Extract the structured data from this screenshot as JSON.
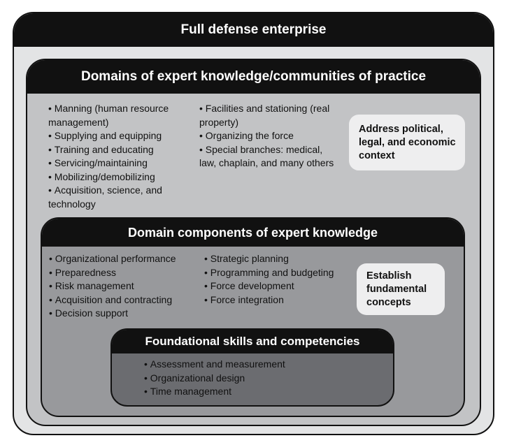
{
  "levels": {
    "enterprise": {
      "title": "Full defense enterprise"
    },
    "domains": {
      "title": "Domains of expert knowledge/communities of practice",
      "column1": [
        "Manning (human resource management)",
        "Supplying and equipping",
        "Training and educating",
        "Servicing/maintaining",
        "Mobilizing/demobilizing",
        "Acquisition, science, and technology"
      ],
      "column2": [
        "Facilities and stationing (real property)",
        "Organizing the force",
        "Special branches: medical, law, chaplain, and many others"
      ],
      "callout": "Address political, legal, and economic context"
    },
    "components": {
      "title": "Domain components of expert knowledge",
      "column1": [
        "Organizational performance",
        "Preparedness",
        "Risk management",
        "Acquisition and contracting",
        "Decision support"
      ],
      "column2": [
        "Strategic planning",
        "Programming and budgeting",
        "Force development",
        "Force integration"
      ],
      "callout": "Establish fundamental concepts"
    },
    "foundational": {
      "title": "Foundational skills and competencies",
      "column1": [
        "Assessment and measurement",
        "Organizational design",
        "Time management"
      ]
    }
  },
  "colors": {
    "header": "#111111",
    "level1_fill": "#e3e4e5",
    "level2_fill": "#c2c3c5",
    "level3_fill": "#98999c",
    "level4_fill": "#6b6c70",
    "callout_fill": "#eeeeef"
  }
}
